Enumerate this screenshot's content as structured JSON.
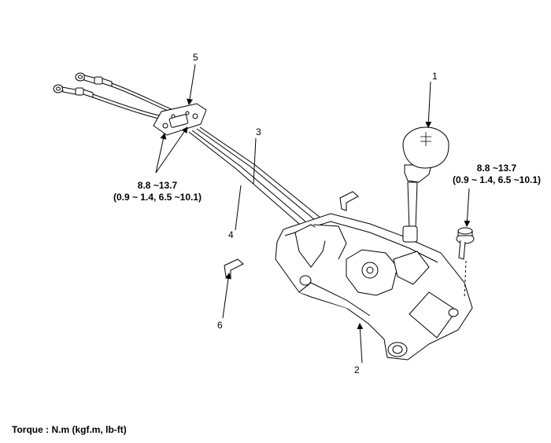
{
  "callouts": {
    "c1": "1",
    "c2": "2",
    "c3": "3",
    "c4": "4",
    "c5": "5",
    "c6": "6"
  },
  "torque_left": {
    "line1": "8.8 ~13.7",
    "line2": "(0.9 ~ 1.4, 6.5 ~10.1)"
  },
  "torque_right": {
    "line1": "8.8 ~13.7",
    "line2": "(0.9 ~ 1.4, 6.5 ~10.1)"
  },
  "legend": "Torque : N.m (kgf.m, lb-ft)"
}
